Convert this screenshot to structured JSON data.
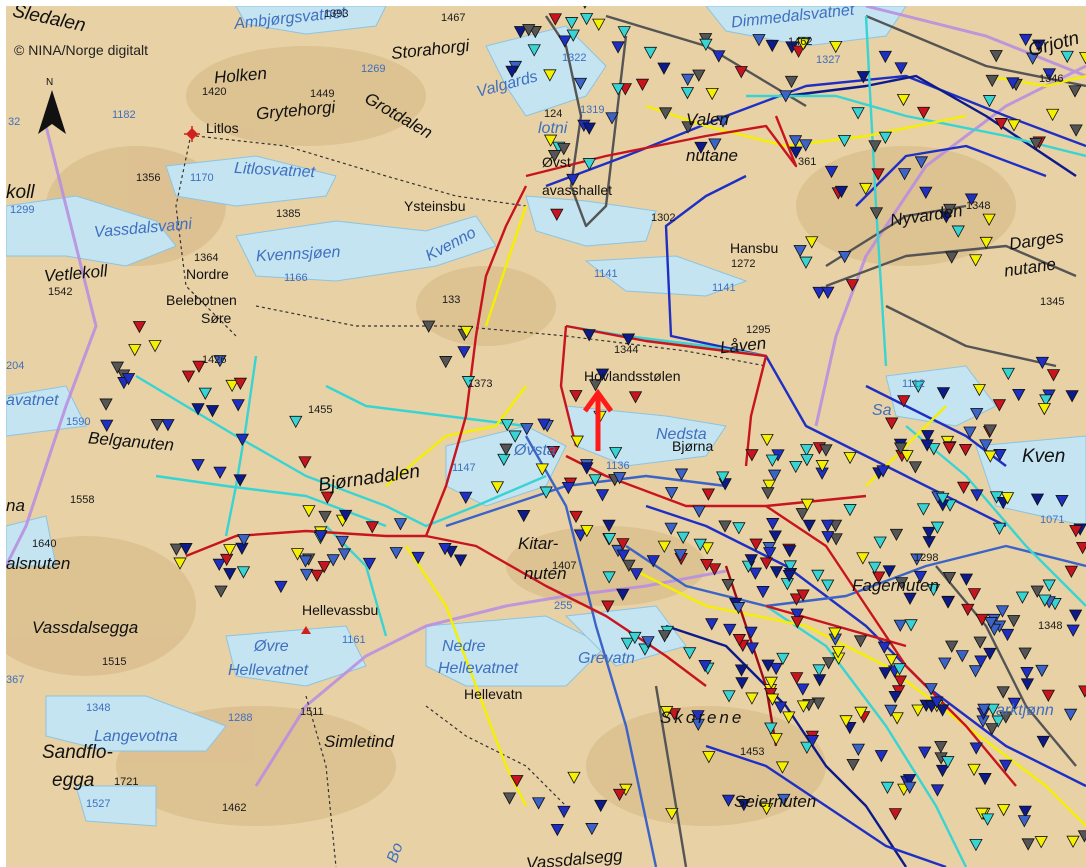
{
  "copyright": "© NINA/Norge digitalt",
  "north_label": "N",
  "marker_arrow_color": "#ff1a1a",
  "colors": {
    "terrain": "#e8d1a4",
    "water": "#c4e4f1",
    "boundary": "#b98fe0",
    "track_red": "#c8141e",
    "track_darkred": "#a00a14",
    "track_blue": "#1f2fc4",
    "track_navy": "#0d1a8a",
    "track_cyan": "#38d4d4",
    "track_yellow": "#f4f000",
    "track_gray": "#555555",
    "track_steel": "#3b63c8"
  },
  "icons": [
    "north-arrow-icon",
    "position-marker-arrow-icon",
    "triangle-fix-icon",
    "summit-triangle-icon",
    "cabin-icon"
  ],
  "place_names": [
    {
      "id": "sledalen",
      "text": "Sledalen"
    },
    {
      "id": "ambjorgsvatnet",
      "text": "Ambjørgsvatnet"
    },
    {
      "id": "storahorgi",
      "text": "Storahorgi"
    },
    {
      "id": "valgardsvatni",
      "text": "Valgards"
    },
    {
      "id": "dimmedalsvatnet",
      "text": "Dimmedalsvatnet"
    },
    {
      "id": "grjotn",
      "text": "Grjotn"
    },
    {
      "id": "holken",
      "text": "Holken"
    },
    {
      "id": "grytehorgi",
      "text": "Grytehorgi"
    },
    {
      "id": "grotdalen",
      "text": "Grotdalen"
    },
    {
      "id": "litlos",
      "text": "Litlos"
    },
    {
      "id": "valen",
      "text": "Valen"
    },
    {
      "id": "nutane",
      "text": "nutane"
    },
    {
      "id": "lotni",
      "text": "lotni"
    },
    {
      "id": "ovst",
      "text": "Øvst"
    },
    {
      "id": "ravasshallet",
      "text": "avasshallet"
    },
    {
      "id": "litlosvatnet",
      "text": "Litlosvatnet"
    },
    {
      "id": "koll",
      "text": "koll"
    },
    {
      "id": "ysteinsbu",
      "text": "Ysteinsbu"
    },
    {
      "id": "nybvarden",
      "text": "Nyvarden"
    },
    {
      "id": "darges",
      "text": "Darges"
    },
    {
      "id": "darges_nutane",
      "text": "nutane"
    },
    {
      "id": "vassdalsvatni",
      "text": "Vassdalsvatni"
    },
    {
      "id": "kvennsjoen",
      "text": "Kvennsjøen"
    },
    {
      "id": "kvenno",
      "text": "Kvenno"
    },
    {
      "id": "hansbu",
      "text": "Hansbu"
    },
    {
      "id": "vetlekoll",
      "text": "Vetlekoll"
    },
    {
      "id": "nordre",
      "text": "Nordre"
    },
    {
      "id": "belebotnen",
      "text": "Belebotnen"
    },
    {
      "id": "sore",
      "text": "Søre"
    },
    {
      "id": "laven",
      "text": "Låven"
    },
    {
      "id": "hovlandsstolen",
      "text": "Hovlandsstølen"
    },
    {
      "id": "avatnet",
      "text": "avatnet"
    },
    {
      "id": "belganuten",
      "text": "Belganuten"
    },
    {
      "id": "nedsta",
      "text": "Nedsta"
    },
    {
      "id": "ovsta",
      "text": "Øvsta"
    },
    {
      "id": "kven",
      "text": "Kven"
    },
    {
      "id": "bjornadalen",
      "text": "Bjørnadalen"
    },
    {
      "id": "bjorna",
      "text": "Bjørna"
    },
    {
      "id": "na",
      "text": "na"
    },
    {
      "id": "alsnuten",
      "text": "alsnuten"
    },
    {
      "id": "kitar",
      "text": "Kitar-"
    },
    {
      "id": "nuten",
      "text": "nuten"
    },
    {
      "id": "fagernuten",
      "text": "Fagernuten"
    },
    {
      "id": "vassdalsegga",
      "text": "Vassdalsegga"
    },
    {
      "id": "hellevassbu",
      "text": "Hellevassbu"
    },
    {
      "id": "ovre",
      "text": "Øvre"
    },
    {
      "id": "ovre_hellevatnet",
      "text": "Hellevatnet"
    },
    {
      "id": "nedre",
      "text": "Nedre"
    },
    {
      "id": "nedre_hellevatnet",
      "text": "Hellevatnet"
    },
    {
      "id": "grevatnet",
      "text": "Grevatn"
    },
    {
      "id": "hellevatn",
      "text": "Hellevatn"
    },
    {
      "id": "skorene",
      "text": "Skorene"
    },
    {
      "id": "langevotna",
      "text": "Langevotna"
    },
    {
      "id": "simletind",
      "text": "Simletind"
    },
    {
      "id": "sandflo",
      "text": "Sandflo-"
    },
    {
      "id": "egga",
      "text": "egga"
    },
    {
      "id": "vassdalsegga2",
      "text": "Vassdalsegg"
    },
    {
      "id": "seiernuten",
      "text": "Seiernuten"
    },
    {
      "id": "bordvatnet",
      "text": "Bo"
    },
    {
      "id": "marktjonn",
      "text": "arktjønn"
    },
    {
      "id": "sanden",
      "text": "Sa"
    }
  ],
  "elevations": [
    {
      "id": "e1393",
      "text": "1393"
    },
    {
      "id": "e1467",
      "text": "1467"
    },
    {
      "id": "e1269",
      "text": "1269"
    },
    {
      "id": "e1322",
      "text": "1322"
    },
    {
      "id": "e1462a",
      "text": "1462"
    },
    {
      "id": "e1327",
      "text": "1327"
    },
    {
      "id": "e1346",
      "text": "1346"
    },
    {
      "id": "e1420",
      "text": "1420"
    },
    {
      "id": "e1449",
      "text": "1449"
    },
    {
      "id": "e1182",
      "text": "1182"
    },
    {
      "id": "e124",
      "text": "124"
    },
    {
      "id": "e1319",
      "text": "1319"
    },
    {
      "id": "e32",
      "text": "32"
    },
    {
      "id": "e361",
      "text": "361"
    },
    {
      "id": "e1356",
      "text": "1356"
    },
    {
      "id": "e1170",
      "text": "1170"
    },
    {
      "id": "e1385",
      "text": "1385"
    },
    {
      "id": "e1299",
      "text": "1299"
    },
    {
      "id": "e1302",
      "text": "1302"
    },
    {
      "id": "e1348a",
      "text": "1348"
    },
    {
      "id": "e1364",
      "text": "1364"
    },
    {
      "id": "e1272",
      "text": "1272"
    },
    {
      "id": "e1166",
      "text": "1166"
    },
    {
      "id": "e1141a",
      "text": "1141"
    },
    {
      "id": "e1141b",
      "text": "1141"
    },
    {
      "id": "e1542",
      "text": "1542"
    },
    {
      "id": "e1345",
      "text": "1345"
    },
    {
      "id": "e133",
      "text": "133"
    },
    {
      "id": "e1295",
      "text": "1295"
    },
    {
      "id": "e1344",
      "text": "1344"
    },
    {
      "id": "e204",
      "text": "204"
    },
    {
      "id": "e1426",
      "text": "1426"
    },
    {
      "id": "e1373",
      "text": "1373"
    },
    {
      "id": "e1112",
      "text": "1112"
    },
    {
      "id": "e1455",
      "text": "1455"
    },
    {
      "id": "e1590",
      "text": "1590"
    },
    {
      "id": "e1147",
      "text": "1147"
    },
    {
      "id": "e1136",
      "text": "1136"
    },
    {
      "id": "e1558",
      "text": "1558"
    },
    {
      "id": "e1071",
      "text": "1071"
    },
    {
      "id": "e1640",
      "text": "1640"
    },
    {
      "id": "e1407",
      "text": "1407"
    },
    {
      "id": "e1298",
      "text": "1298"
    },
    {
      "id": "e255",
      "text": "255"
    },
    {
      "id": "e1348b",
      "text": "1348"
    },
    {
      "id": "e1161",
      "text": "1161"
    },
    {
      "id": "e1515",
      "text": "1515"
    },
    {
      "id": "e367",
      "text": "367"
    },
    {
      "id": "e1348c",
      "text": "1348"
    },
    {
      "id": "e1288",
      "text": "1288"
    },
    {
      "id": "e1511",
      "text": "1511"
    },
    {
      "id": "e1453",
      "text": "1453"
    },
    {
      "id": "e1721",
      "text": "1721"
    },
    {
      "id": "e1527",
      "text": "1527"
    },
    {
      "id": "e1462b",
      "text": "1462"
    }
  ]
}
